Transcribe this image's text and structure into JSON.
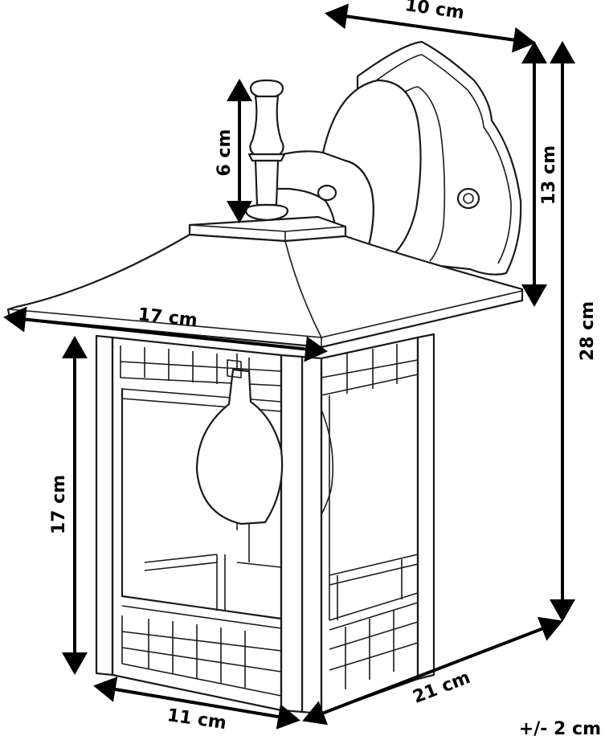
{
  "dimensions": {
    "depth": "10 cm",
    "bracket_height": "13 cm",
    "total_height": "28 cm",
    "finial_height": "6 cm",
    "roof_width": "17 cm",
    "body_height": "17 cm",
    "base_width": "11 cm",
    "base_depth": "21 cm"
  },
  "tolerance": "+/- 2 cm"
}
